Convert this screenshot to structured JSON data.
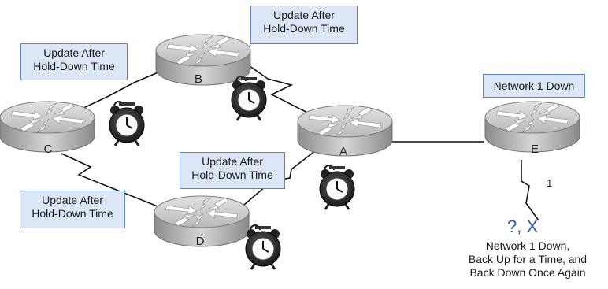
{
  "routers": {
    "a": "A",
    "b": "B",
    "c": "C",
    "d": "D",
    "e": "E"
  },
  "labels": {
    "update_b_top": [
      "Update After",
      "Hold-Down Time"
    ],
    "update_c_b": [
      "Update After",
      "Hold-Down Time"
    ],
    "update_c_d": [
      "Update After",
      "Hold-Down Time"
    ],
    "update_a_d": [
      "Update After",
      "Hold-Down Time"
    ],
    "network_down": "Network 1 Down"
  },
  "link_label": "1",
  "failure_mark": "?, X",
  "status_lines": [
    "Network 1 Down,",
    "Back Up for a Time, and",
    "Back Down Once Again"
  ],
  "colors": {
    "router_top": "#c8c8c8",
    "router_side": "#9a9a9a",
    "label_fill": "#dbe7f6",
    "label_border": "#5b84c4",
    "mark": "#2f5ea8"
  },
  "icons": [
    "router-icon",
    "alarm-clock-icon"
  ]
}
